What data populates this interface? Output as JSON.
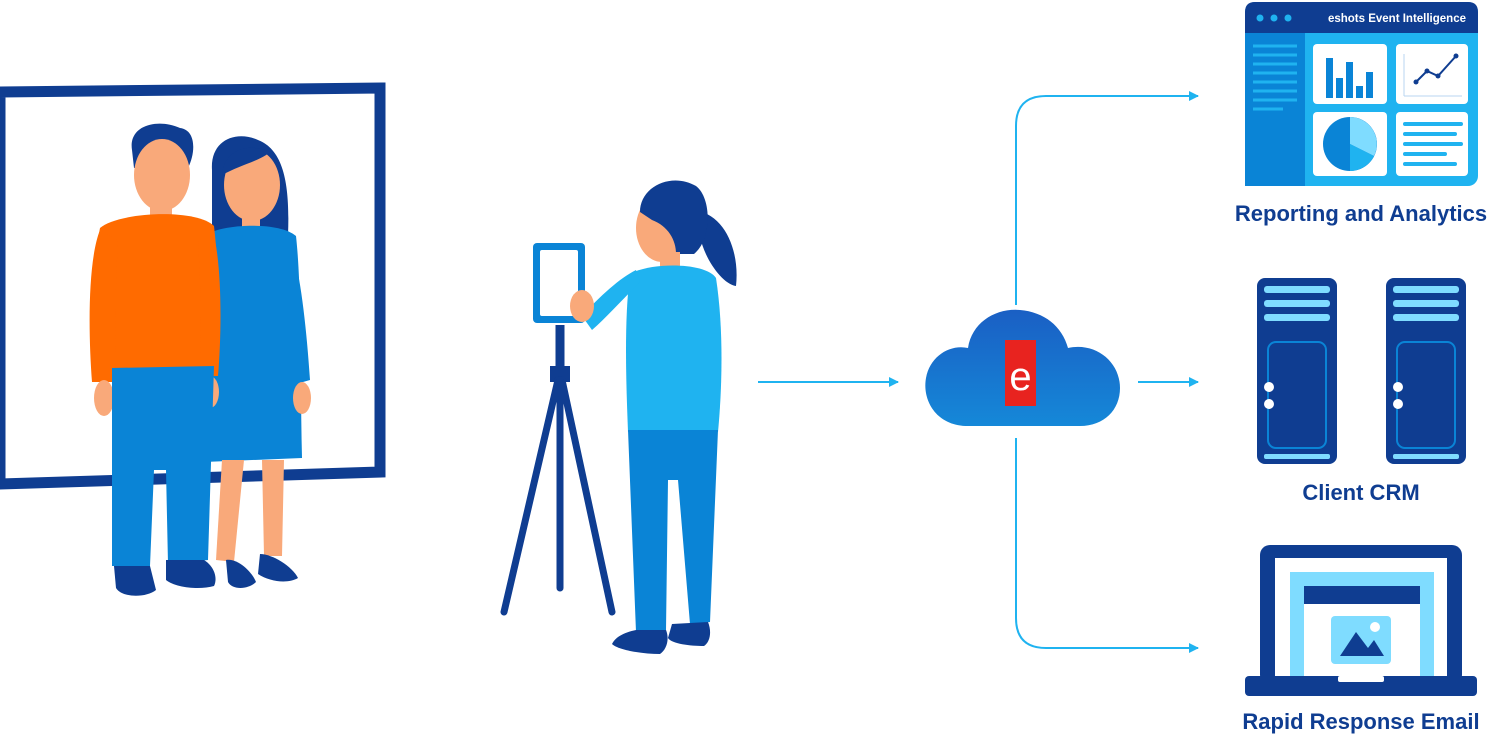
{
  "dashboard": {
    "title": "eshots Event Intelligence"
  },
  "cloud": {
    "logo_letter": "e"
  },
  "outputs": [
    {
      "label": "Reporting and Analytics"
    },
    {
      "label": "Client CRM"
    },
    {
      "label": "Rapid Response Email"
    }
  ],
  "colors": {
    "navy": "#0f3d91",
    "blue": "#0a84d6",
    "light_blue": "#1fb3f0",
    "pale_blue": "#7fdcff",
    "orange": "#ff6b00",
    "skin": "#f9a97a",
    "logo_red": "#e8231f"
  },
  "icons": [
    "person-icon",
    "tablet-icon",
    "tripod-icon",
    "cloud-icon",
    "dashboard-icon",
    "server-icon",
    "laptop-icon",
    "arrow-icon"
  ]
}
